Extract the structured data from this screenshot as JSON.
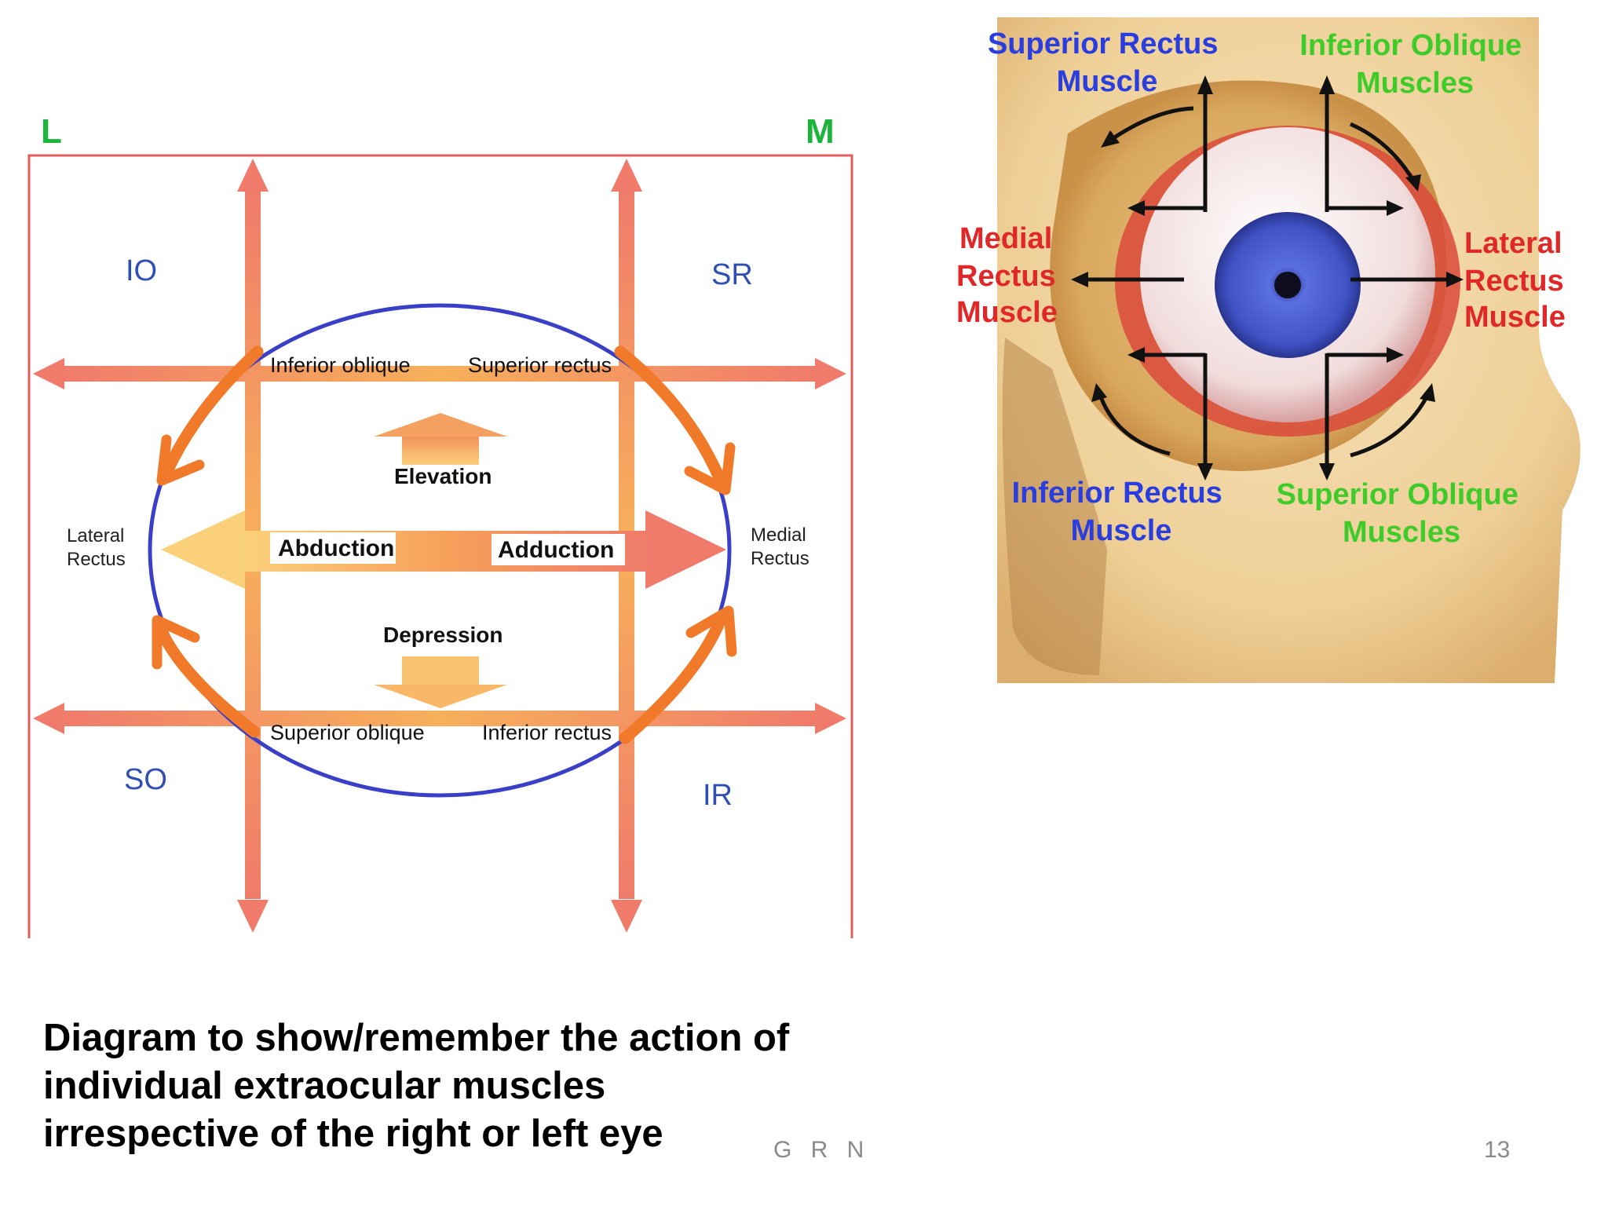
{
  "left_diagram": {
    "corner_labels": {
      "left": "L",
      "right": "M"
    },
    "quadrants": {
      "top_left": "IO",
      "top_right": "SR",
      "bottom_left": "SO",
      "bottom_right": "IR"
    },
    "circle_labels": {
      "inferior_oblique": "Inferior oblique",
      "superior_rectus": "Superior rectus",
      "superior_oblique": "Superior oblique",
      "inferior_rectus": "Inferior rectus"
    },
    "side_labels": {
      "lateral": [
        "Lateral",
        "Rectus"
      ],
      "medial": [
        "Medial",
        "Rectus"
      ]
    },
    "movements": {
      "elevation": "Elevation",
      "depression": "Depression",
      "abduction": "Abduction",
      "adduction": "Adduction"
    },
    "colors": {
      "frame": "#e45d5d",
      "circle": "#3a3fc7",
      "curved_arrows": "#f07a2a",
      "quadrant_label": "#2f4fb5",
      "corner_label": "#1db43c"
    }
  },
  "right_diagram": {
    "labels": {
      "superior_rectus": [
        "Superior Rectus",
        "Muscle"
      ],
      "inferior_oblique": [
        "Inferior Oblique",
        "Muscles"
      ],
      "medial_rectus": [
        "Medial",
        "Rectus",
        "Muscle"
      ],
      "lateral_rectus": [
        "Lateral",
        "Rectus",
        "Muscle"
      ],
      "inferior_rectus": [
        "Inferior Rectus",
        "Muscle"
      ],
      "superior_oblique": [
        "Superior Oblique",
        "Muscles"
      ]
    },
    "colors": {
      "rectus_blue": "#2a3ee0",
      "oblique_green": "#3fcc2a",
      "lateral_red": "#e02828",
      "bone": "#f2d7a4",
      "iris": "#4a5fd0"
    }
  },
  "caption": [
    "Diagram to show/remember the action of",
    "individual extraocular muscles",
    "irrespective of the right or left eye"
  ],
  "footer": {
    "author": "G R N",
    "page_number": "13"
  }
}
